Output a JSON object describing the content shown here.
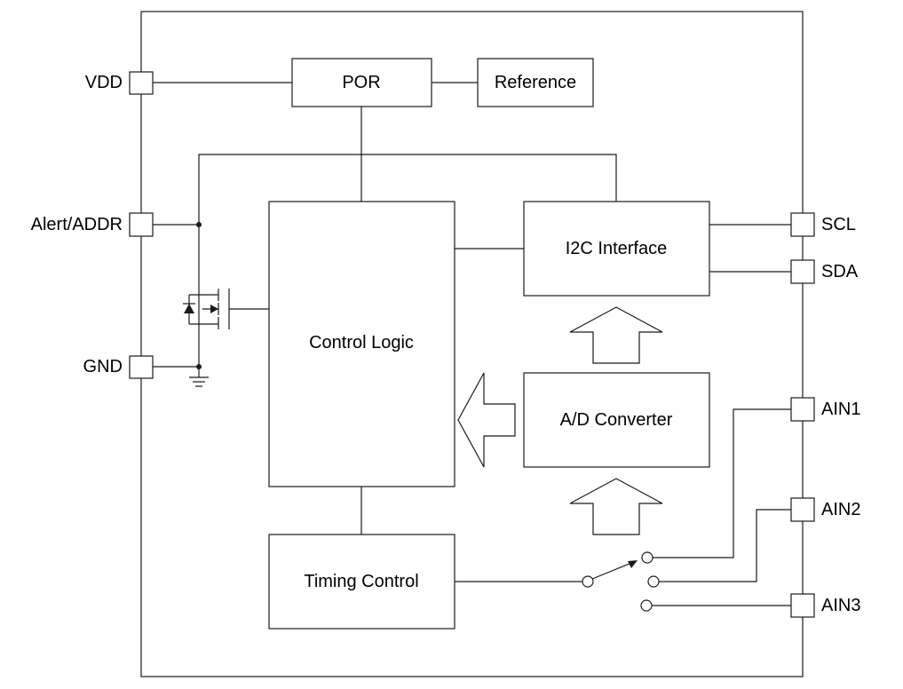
{
  "blocks": {
    "por": "POR",
    "reference": "Reference",
    "i2c": "I2C Interface",
    "control_logic": "Control Logic",
    "adc": "A/D Converter",
    "timing": "Timing Control"
  },
  "pins": {
    "vdd": "VDD",
    "alert_addr": "Alert/ADDR",
    "gnd": "GND",
    "scl": "SCL",
    "sda": "SDA",
    "ain1": "AIN1",
    "ain2": "AIN2",
    "ain3": "AIN3"
  }
}
